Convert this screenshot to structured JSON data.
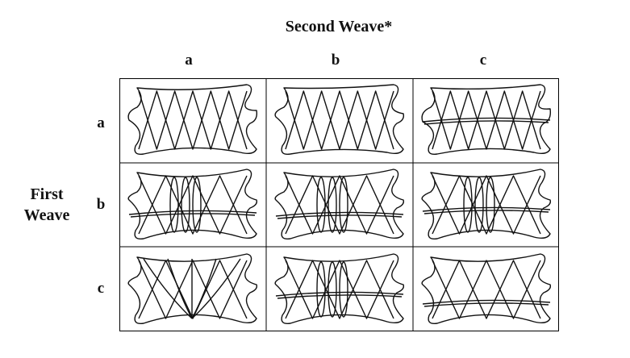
{
  "title": "Second Weave*",
  "column_labels": [
    "a",
    "b",
    "c"
  ],
  "row_axis_label": [
    "First",
    "Weave"
  ],
  "row_labels": [
    "a",
    "b",
    "c"
  ],
  "cells": [
    {
      "row": "a",
      "col": "a",
      "icon": "weave-pattern-diagram"
    },
    {
      "row": "a",
      "col": "b",
      "icon": "weave-pattern-diagram"
    },
    {
      "row": "a",
      "col": "c",
      "icon": "weave-pattern-diagram"
    },
    {
      "row": "b",
      "col": "a",
      "icon": "weave-pattern-diagram"
    },
    {
      "row": "b",
      "col": "b",
      "icon": "weave-pattern-diagram"
    },
    {
      "row": "b",
      "col": "c",
      "icon": "weave-pattern-diagram"
    },
    {
      "row": "c",
      "col": "a",
      "icon": "weave-pattern-diagram"
    },
    {
      "row": "c",
      "col": "b",
      "icon": "weave-pattern-diagram"
    },
    {
      "row": "c",
      "col": "c",
      "icon": "weave-pattern-diagram"
    }
  ]
}
